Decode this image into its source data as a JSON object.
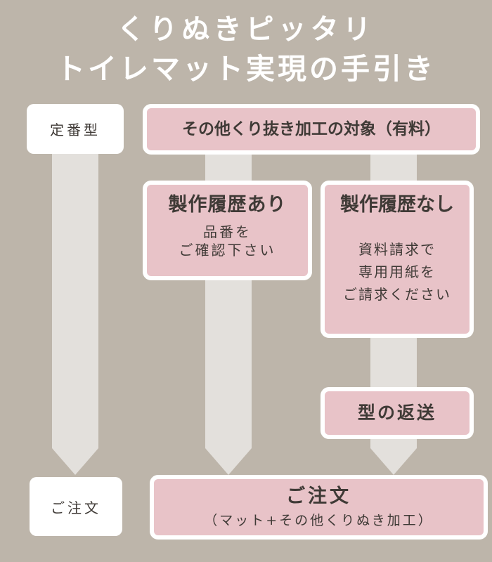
{
  "title": {
    "line1": "くりぬきピッタリ",
    "line2": "トイレマット実現の手引き"
  },
  "left_column": {
    "top_label": "定番型",
    "bottom_label": "ご注文"
  },
  "custom": {
    "label": "その他くり抜き加工の対象（有料）"
  },
  "with_history": {
    "title": "製作履歴あり",
    "note_line1": "品番を",
    "note_line2": "ご確認下さい"
  },
  "without_history": {
    "title": "製作履歴なし",
    "note_line1": "資料請求で",
    "note_line2": "専用用紙を",
    "note_line3": "ご請求ください"
  },
  "return_mold": {
    "label": "型の返送"
  },
  "order": {
    "title": "ご注文",
    "subtitle": "（マット+その他くりぬき加工）"
  },
  "colors": {
    "background": "#bdb5aa",
    "box_pink": "#e8c3c8",
    "arrow": "#e3e0dc",
    "text": "#3f3a36"
  }
}
